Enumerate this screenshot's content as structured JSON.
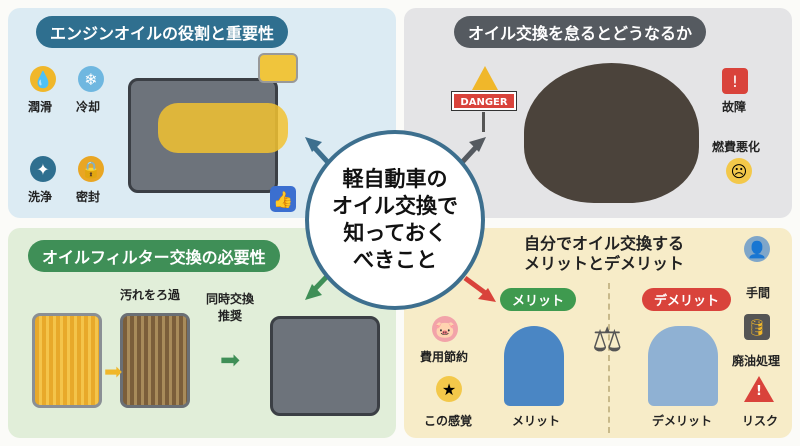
{
  "center_title": [
    "軽自動車の",
    "オイル交換で",
    "知っておく",
    "べきこと"
  ],
  "panel_roles": {
    "title": "エンジンオイルの役割と重要性",
    "items": [
      {
        "label": "潤滑",
        "icon": "oil-drop-icon"
      },
      {
        "label": "冷却",
        "icon": "snowflake-icon"
      },
      {
        "label": "洗浄",
        "icon": "sparkle-icon"
      },
      {
        "label": "密封",
        "icon": "lock-icon"
      }
    ],
    "color": "#2f6f8f"
  },
  "panel_neglect": {
    "title": "オイル交換を怠るとどうなるか",
    "sign": "DANGER",
    "items": [
      {
        "label": "故障",
        "icon": "warning-icon"
      },
      {
        "label": "燃費悪化",
        "icon": "sad-face-icon"
      }
    ],
    "color": "#555a60"
  },
  "panel_filter": {
    "title": "オイルフィルター交換の必要性",
    "filter_label": "汚れをろ過",
    "replace_label": [
      "同時交換",
      "推奨"
    ],
    "color": "#3f8f57"
  },
  "panel_diy": {
    "title": [
      "自分でオイル交換する",
      "メリットとデメリット"
    ],
    "merit_badge": "メリット",
    "demerit_badge": "デメリット",
    "merit_items": [
      {
        "label": "費用節約",
        "icon": "piggy-bank-icon"
      },
      {
        "label": "この感覚",
        "icon": "star-medal-icon"
      }
    ],
    "merit_caption": "メリット",
    "demerit_caption": "デメリット",
    "demerit_items": [
      {
        "label": "手間",
        "icon": "person-icon"
      },
      {
        "label": "廃油処理",
        "icon": "oil-drum-icon"
      },
      {
        "label": "リスク",
        "icon": "warning-icon"
      }
    ],
    "merit_color": "#3f9a4f",
    "demerit_color": "#d9433b"
  }
}
